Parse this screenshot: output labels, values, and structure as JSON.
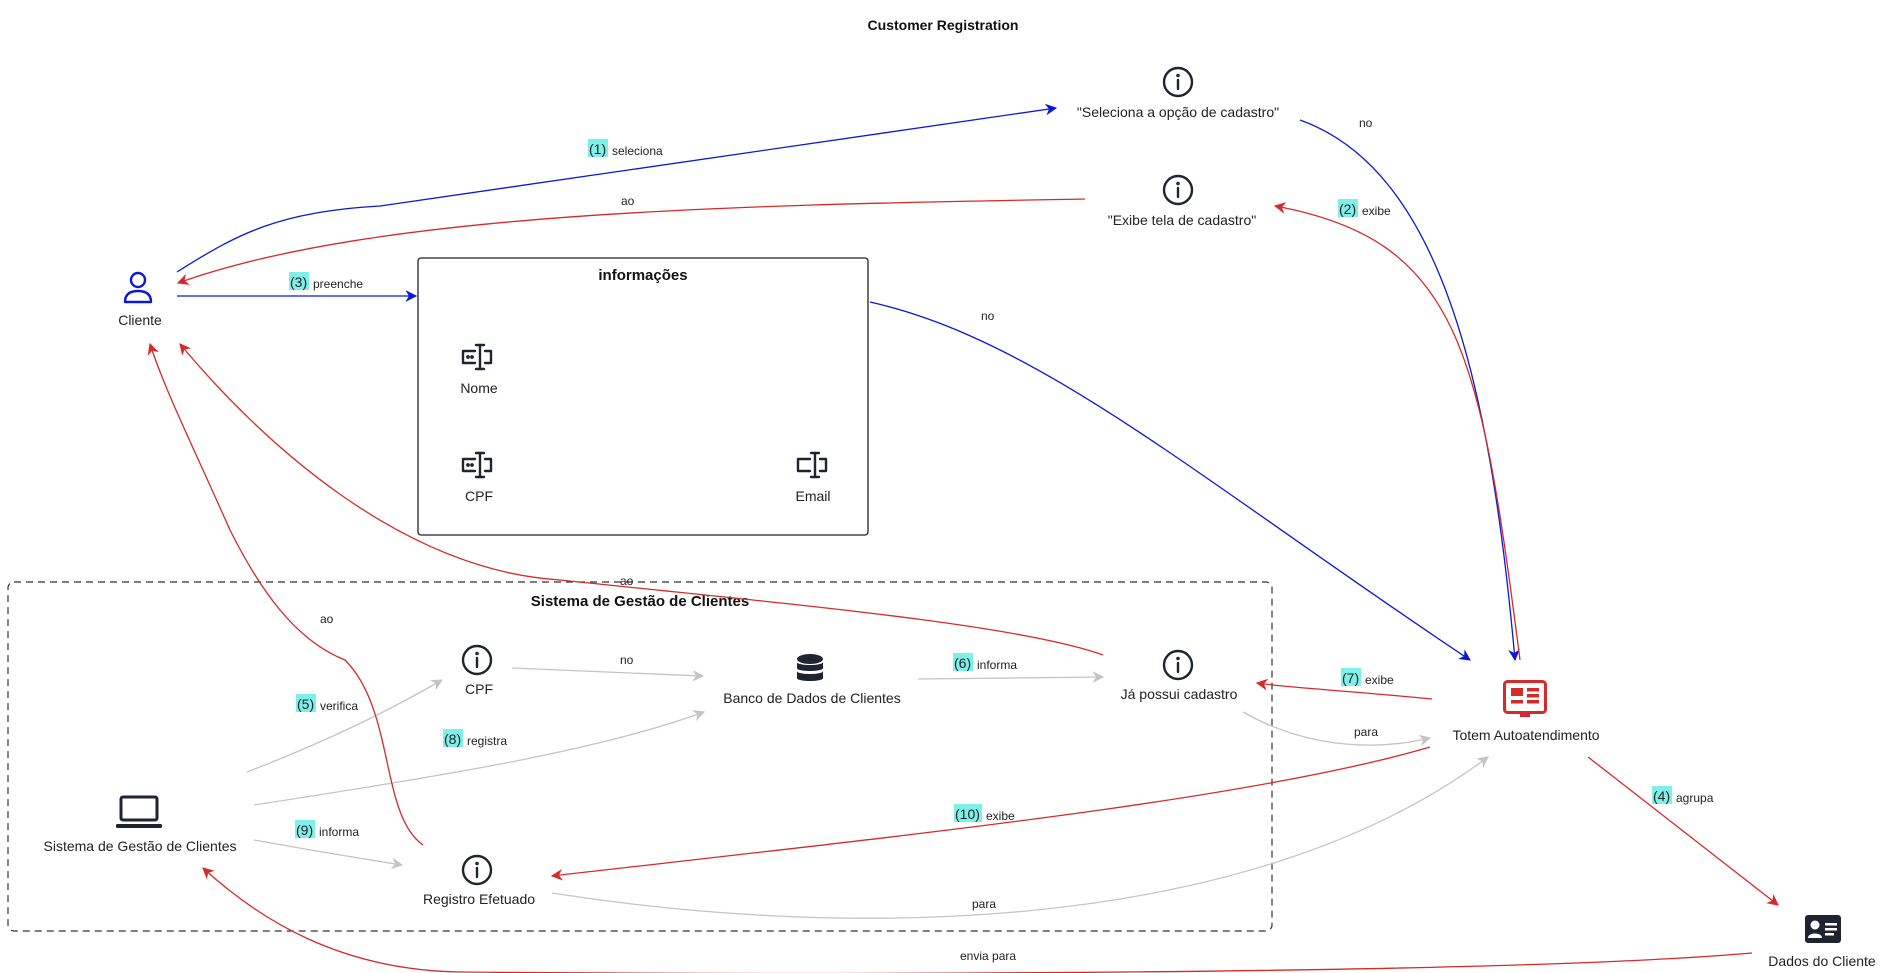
{
  "title": "Customer Registration",
  "groups": {
    "informacoes": "informações",
    "sistema": "Sistema de Gestão de Clientes"
  },
  "nodes": {
    "cliente": "Cliente",
    "seleciona": "\"Seleciona a opção de cadastro\"",
    "exibe_tela": "\"Exibe tela de cadastro\"",
    "nome": "Nome",
    "cpf_field": "CPF",
    "email": "Email",
    "cpf_info": "CPF",
    "banco": "Banco de Dados de Clientes",
    "ja_possui": "Já possui cadastro",
    "totem": "Totem Autoatendimento",
    "sistema_node": "Sistema de Gestão de Clientes",
    "registro": "Registro Efetuado",
    "dados": "Dados do Cliente"
  },
  "edges": {
    "e1": {
      "step": "(1)",
      "label": "seleciona"
    },
    "e_no1": {
      "label": "no"
    },
    "e2": {
      "step": "(2)",
      "label": "exibe"
    },
    "e_ao1": {
      "label": "ao"
    },
    "e3": {
      "step": "(3)",
      "label": "preenche"
    },
    "e_no2": {
      "label": "no"
    },
    "e4": {
      "step": "(4)",
      "label": "agrupa"
    },
    "e_envia": {
      "label": "envia para"
    },
    "e5": {
      "step": "(5)",
      "label": "verifica"
    },
    "e_no3": {
      "label": "no"
    },
    "e6": {
      "step": "(6)",
      "label": "informa"
    },
    "e7": {
      "step": "(7)",
      "label": "exibe"
    },
    "e_ao2": {
      "label": "ao"
    },
    "e_para1": {
      "label": "para"
    },
    "e8": {
      "step": "(8)",
      "label": "registra"
    },
    "e9": {
      "step": "(9)",
      "label": "informa"
    },
    "e10": {
      "step": "(10)",
      "label": "exibe"
    },
    "e_ao3": {
      "label": "ao"
    },
    "e_para2": {
      "label": "para"
    }
  },
  "colors": {
    "blue": "#0b18d9",
    "red": "#d62a2a",
    "gray": "#c4c4c4",
    "step_highlight": "#7ef0ea",
    "icon_dark": "#1f2430"
  }
}
